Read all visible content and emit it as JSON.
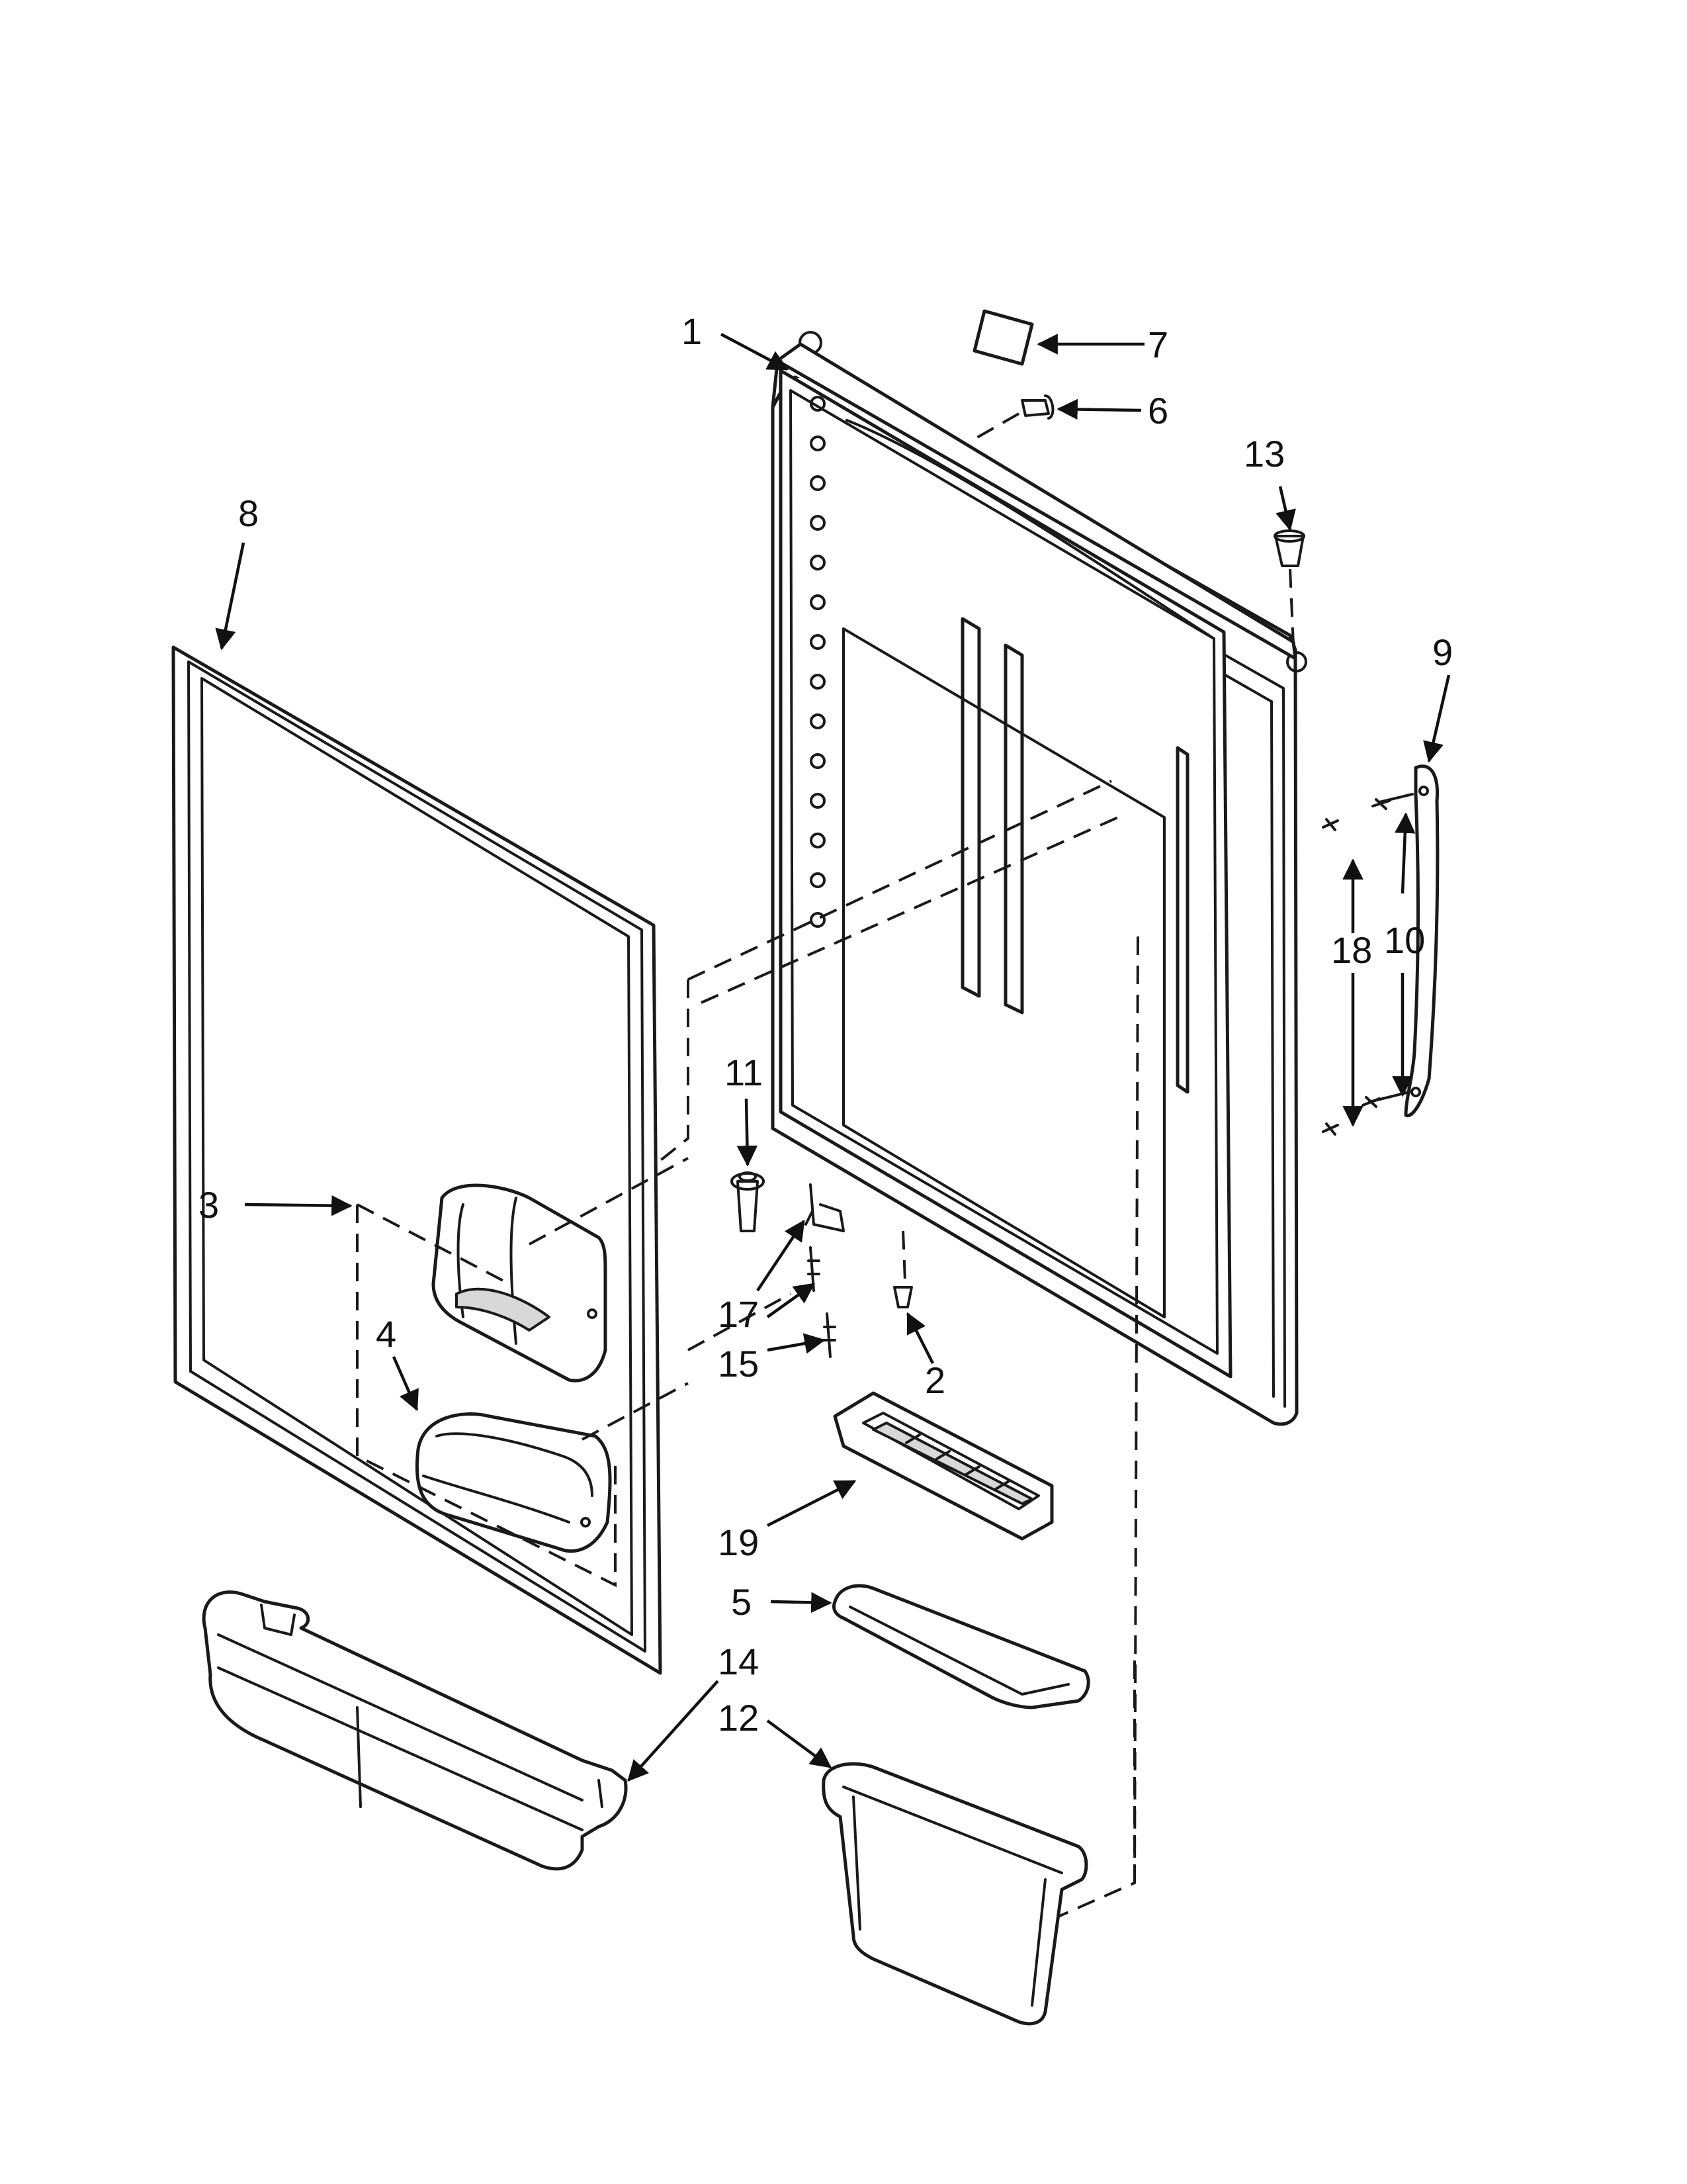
{
  "callouts": {
    "c1": "1",
    "c2": "2",
    "c3": "3",
    "c4": "4",
    "c5": "5",
    "c6": "6",
    "c7": "7",
    "c8": "8",
    "c9": "9",
    "c10": "10",
    "c11": "11",
    "c12": "12",
    "c13": "13",
    "c14": "14",
    "c15": "15",
    "c17": "17",
    "c18": "18",
    "c19": "19"
  },
  "colors": {
    "line": "#1a1a1a",
    "background": "#ffffff",
    "shade": "#d8d8d8"
  }
}
